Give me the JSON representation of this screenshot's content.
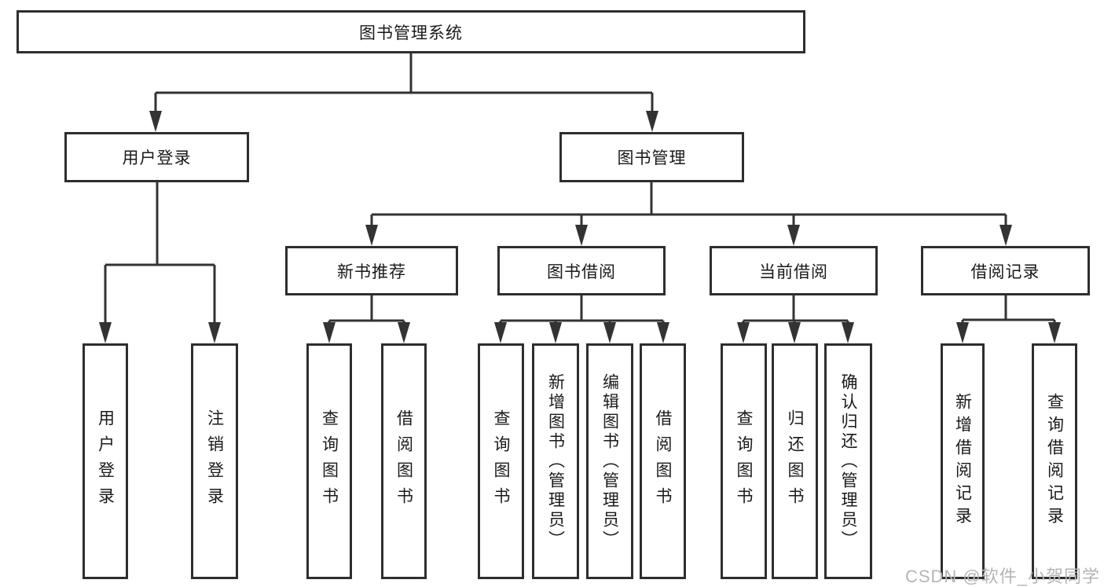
{
  "diagram": {
    "root": {
      "label": "图书管理系统",
      "children": [
        {
          "label": "用户登录",
          "children": [
            {
              "label": "用户登录"
            },
            {
              "label": "注销登录"
            }
          ]
        },
        {
          "label": "图书管理",
          "children": [
            {
              "label": "新书推荐",
              "children": [
                {
                  "label": "查询图书"
                },
                {
                  "label": "借阅图书"
                }
              ]
            },
            {
              "label": "图书借阅",
              "children": [
                {
                  "label": "查询图书"
                },
                {
                  "label": "新增图书（管理员）"
                },
                {
                  "label": "编辑图书（管理员）"
                },
                {
                  "label": "借阅图书"
                }
              ]
            },
            {
              "label": "当前借阅",
              "children": [
                {
                  "label": "查询图书"
                },
                {
                  "label": "归还图书"
                },
                {
                  "label": "确认归还（管理员）"
                }
              ]
            },
            {
              "label": "借阅记录",
              "children": [
                {
                  "label": "新增借阅记录"
                },
                {
                  "label": "查询借阅记录"
                }
              ]
            }
          ]
        }
      ]
    }
  },
  "watermark": {
    "text": "CSDN @软件_小贺同学"
  },
  "colors": {
    "line": "#333333",
    "box_border": "#2e2e2e",
    "text": "#1a1a1a",
    "background": "#ffffff",
    "watermark": "#b5b5b5"
  }
}
